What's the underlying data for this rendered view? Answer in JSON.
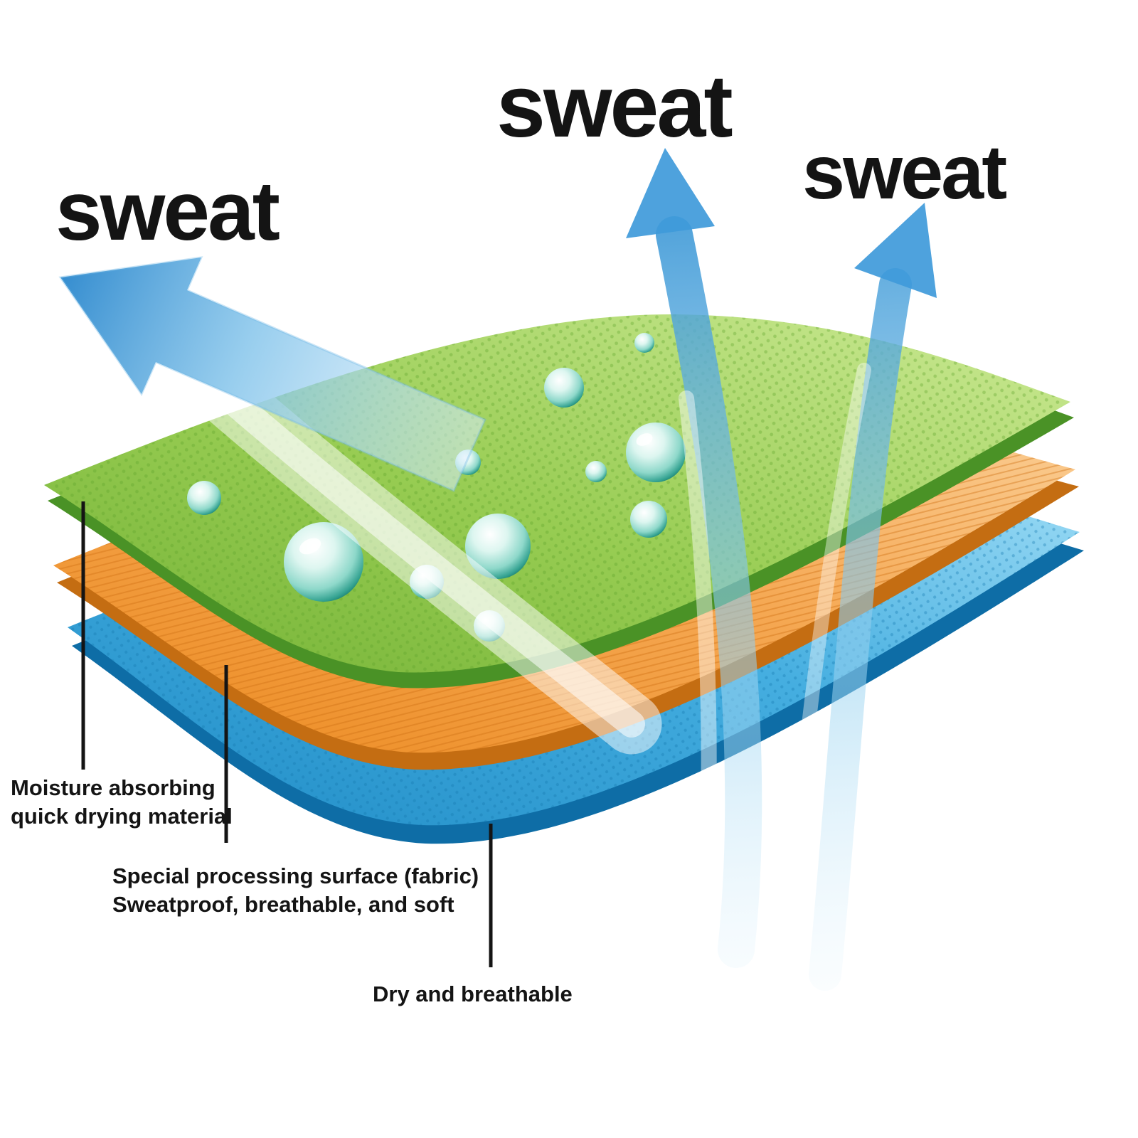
{
  "labels": {
    "sweat_left": "sweat",
    "sweat_center": "sweat",
    "sweat_right": "sweat"
  },
  "annotations": {
    "green_layer": {
      "line1": "Moisture absorbing",
      "line2": "quick drying material"
    },
    "orange_layer": {
      "line1": "Special processing surface (fabric)",
      "line2": "Sweatproof, breathable, and soft"
    },
    "blue_layer": {
      "line1": "Dry and breathable"
    }
  },
  "layers": [
    {
      "name": "green-top-layer",
      "meaning": "Moisture absorbing quick drying material"
    },
    {
      "name": "orange-middle-layer",
      "meaning": "Special processing surface (fabric) Sweatproof, breathable, and soft"
    },
    {
      "name": "blue-bottom-layer",
      "meaning": "Dry and breathable"
    }
  ],
  "colors": {
    "layer_green": "#8cc63f",
    "layer_green_edge": "#4a9226",
    "layer_orange": "#f59b3c",
    "layer_orange_edge": "#c46d12",
    "layer_blue": "#38a8dd",
    "layer_blue_edge": "#0e6da6",
    "arrow_blue": "#3f9ada",
    "text": "#141414"
  }
}
